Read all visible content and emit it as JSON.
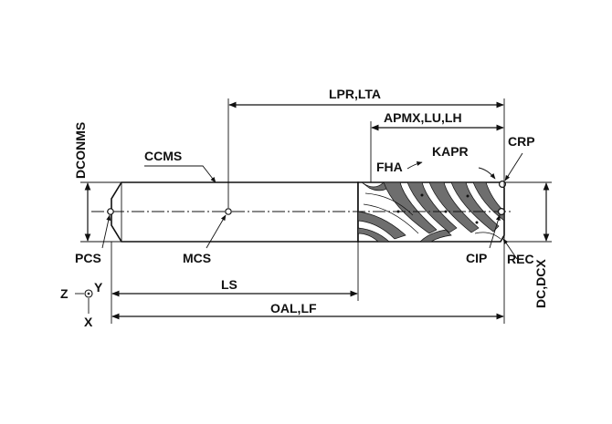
{
  "labels": {
    "lpr_lta": "LPR,LTA",
    "apmx_lu_lh": "APMX,LU,LH",
    "dconms": "DCONMS",
    "ccms": "CCMS",
    "fha": "FHA",
    "kapr": "KAPR",
    "crp": "CRP",
    "pcs": "PCS",
    "mcs": "MCS",
    "cip": "CIP",
    "rec": "REC",
    "dc_dcx": "DC,DCX",
    "ls": "LS",
    "oal_lf": "OAL,LF",
    "axis_z": "Z",
    "axis_y": "Y",
    "axis_x": "X"
  },
  "colors": {
    "line": "#111111",
    "background": "#ffffff",
    "flute_fill": "#6e6e6e"
  }
}
